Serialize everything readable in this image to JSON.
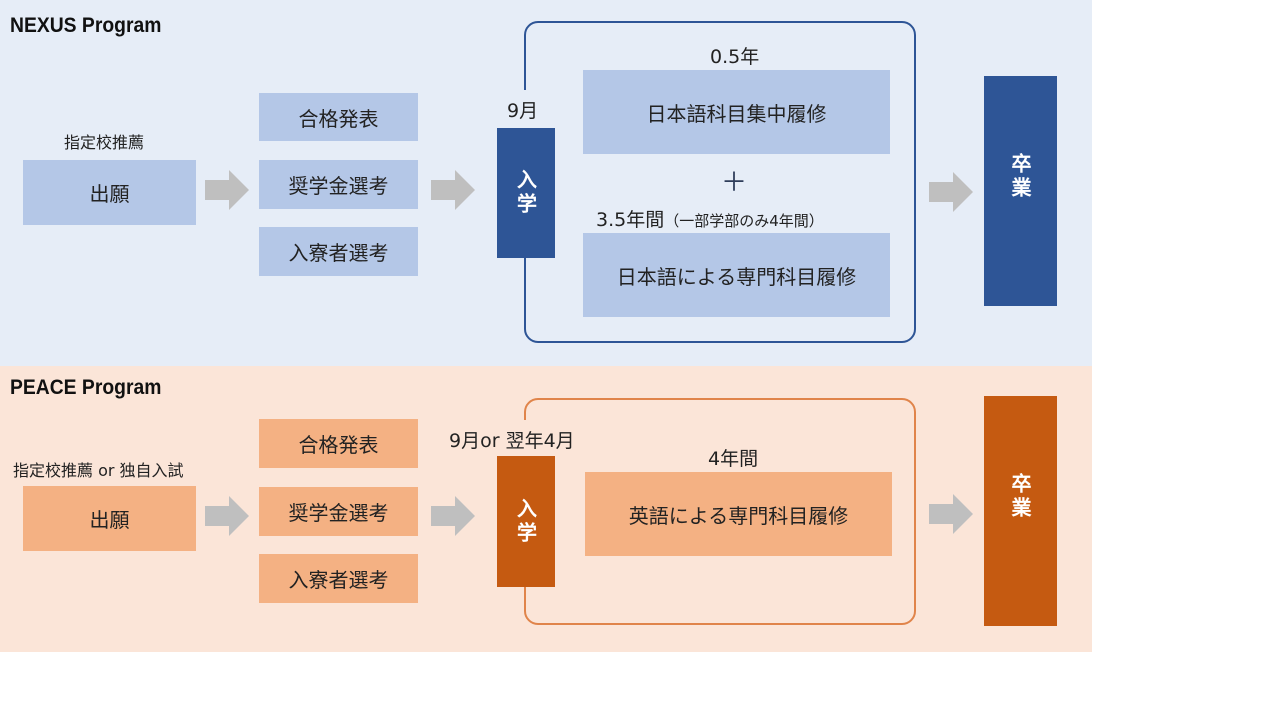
{
  "colors": {
    "nexus_bg": "#e6edf7",
    "nexus_box": "#b4c7e7",
    "nexus_accent": "#2e5596",
    "peace_bg": "#fbe5d8",
    "peace_box": "#f4b183",
    "peace_accent": "#c55a11",
    "arrow": "#bfbfbf"
  },
  "nexus": {
    "title": "NEXUS Program",
    "application_note": "指定校推薦",
    "application": "出願",
    "selection_steps": [
      "合格発表",
      "奨学金選考",
      "入寮者選考"
    ],
    "entrance_month": "9月",
    "entrance": "入学",
    "course1_duration": "0.5年",
    "course1": "日本語科目集中履修",
    "plus": "＋",
    "course2_duration": "3.5年間",
    "course2_duration_note": "（一部学部のみ4年間）",
    "course2": "日本語による専門科目履修",
    "graduation": "卒業"
  },
  "peace": {
    "title": "PEACE Program",
    "application_note": "指定校推薦 or 独自入試",
    "application": "出願",
    "selection_steps": [
      "合格発表",
      "奨学金選考",
      "入寮者選考"
    ],
    "entrance_month": "9月or 翌年4月",
    "entrance": "入学",
    "course_duration": "4年間",
    "course": "英語による専門科目履修",
    "graduation": "卒業"
  }
}
